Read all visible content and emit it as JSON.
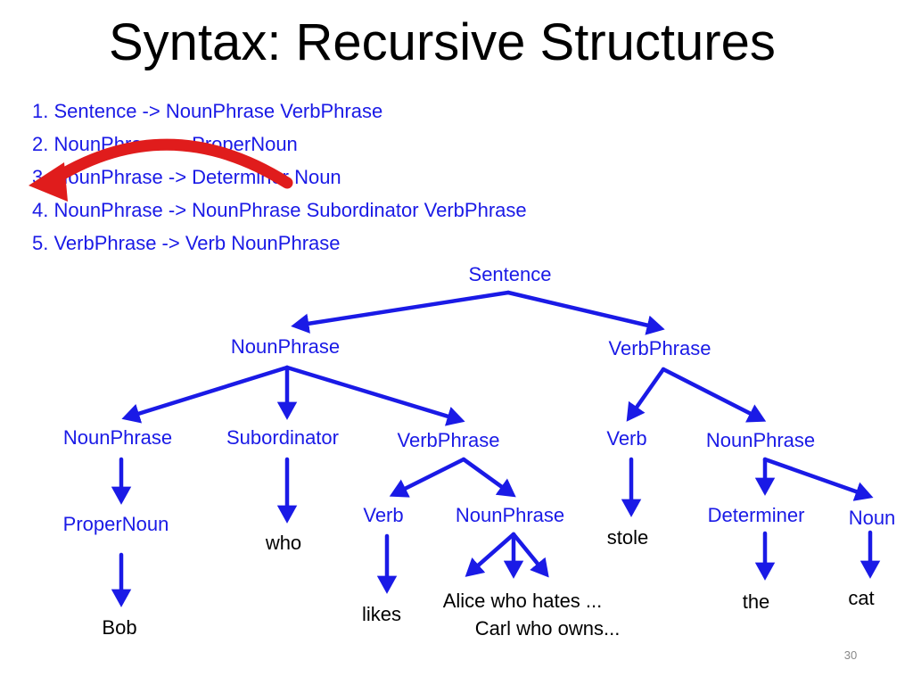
{
  "title": "Syntax: Recursive Structures",
  "rules": [
    "1. Sentence -> NounPhrase VerbPhrase",
    "2. NounPhrase -> ProperNoun",
    "3. NounPhrase -> Determiner Noun",
    "4. NounPhrase -> NounPhrase Subordinator VerbPhrase",
    "5. VerbPhrase -> Verb NounPhrase"
  ],
  "tree": {
    "root": "Sentence",
    "np_top": "NounPhrase",
    "vp_top": "VerbPhrase",
    "np_inner": "NounPhrase",
    "subordinator": "Subordinator",
    "vp_inner": "VerbPhrase",
    "verb_right": "Verb",
    "np_right": "NounPhrase",
    "proper_noun": "ProperNoun",
    "verb_inner": "Verb",
    "np_deep": "NounPhrase",
    "determiner": "Determiner",
    "noun": "Noun",
    "word_who": "who",
    "word_stole": "stole",
    "word_likes": "likes",
    "word_alice": "Alice who hates ...",
    "word_carl": "Carl who owns...",
    "word_the": "the",
    "word_cat": "cat",
    "word_bob": "Bob"
  },
  "page_number": "30",
  "colors": {
    "node": "#1a1ae6",
    "edge": "#1a1ae6",
    "recursion_arrow": "#e01c1c",
    "leaf": "#000000"
  }
}
